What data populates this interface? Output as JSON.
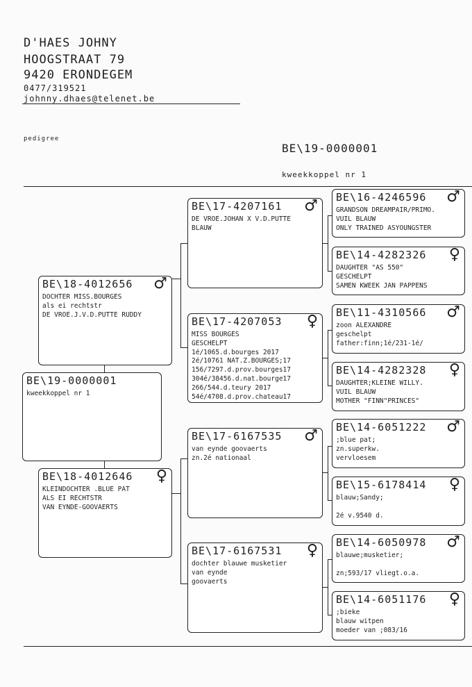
{
  "owner": {
    "name": "D'HAES JOHNY",
    "street": "HOOGSTRAAT 79",
    "city": "9420  ERONDEGEM",
    "phone": "0477/319521",
    "email": "johnny.dhaes@telenet.be"
  },
  "doc_type": "pedigree",
  "subject": {
    "ring": "BE\\19-0000001",
    "name": "kweekkoppel nr 1"
  },
  "male_symbol": "♂",
  "female_symbol": "♀",
  "pedigree": {
    "p0": {
      "ring": "BE\\19-0000001",
      "sex": "",
      "lines": [
        "kweekkoppel nr 1"
      ]
    },
    "sire": {
      "ring": "BE\\18-4012656",
      "sex": "male",
      "lines": [
        "DOCHTER MISS.BOURGES",
        "als ei rechtstr",
        "DE VROE.J.V.D.PUTTE RUDDY"
      ]
    },
    "dam": {
      "ring": "BE\\18-4012646",
      "sex": "female",
      "lines": [
        "KLEINDOCHTER .BLUE PAT",
        "ALS EI RECHTSTR",
        "VAN EYNDE-GOOVAERTS"
      ]
    },
    "ss": {
      "ring": "BE\\17-4207161",
      "sex": "male",
      "lines": [
        "DE VROE.JOHAN X V.D.PUTTE",
        "BLAUW"
      ]
    },
    "sd": {
      "ring": "BE\\17-4207053",
      "sex": "female",
      "lines": [
        "MISS BOURGES",
        "GESCHELPT",
        "1é/1065.d.bourges 2017",
        "2é/10761 NAT.Z.BOURGES;17",
        "156/7297.d.prov.bourges17",
        "304é/38456.d.nat.bourge17",
        "266/544.d.teury 2017",
        "54é/4708.d.prov.chateau17"
      ]
    },
    "ds": {
      "ring": "BE\\17-6167535",
      "sex": "male",
      "lines": [
        "van eynde goovaerts",
        "zn.2é nationaal"
      ]
    },
    "dd": {
      "ring": "BE\\17-6167531",
      "sex": "female",
      "lines": [
        "dochter blauwe musketier",
        "van eynde",
        "goovaerts"
      ]
    },
    "sss": {
      "ring": "BE\\16-4246596",
      "sex": "male",
      "lines": [
        "GRANDSON DREAMPAIR/PRIMO.",
        "VUIL BLAUW",
        "ONLY TRAINED ASYOUNGSTER"
      ]
    },
    "ssd": {
      "ring": "BE\\14-4282326",
      "sex": "female",
      "lines": [
        "DAUGHTER \"AS 550\"",
        "GESCHELPT",
        "SAMEN KWEEK JAN PAPPENS"
      ]
    },
    "sds": {
      "ring": "BE\\11-4310566",
      "sex": "male",
      "lines": [
        "zoon ALEXANDRE",
        "geschelpt",
        "father:finn;1é/231-1é/"
      ]
    },
    "sdd": {
      "ring": "BE\\14-4282328",
      "sex": "female",
      "lines": [
        "DAUGHTER;KLEINE WILLY.",
        "VUIL BLAUW",
        "MOTHER \"FINN\"PRINCES\""
      ]
    },
    "dss": {
      "ring": "BE\\14-6051222",
      "sex": "male",
      "lines": [
        ";blue pat;",
        "zn.superkw.",
        "vervloesem"
      ]
    },
    "dsd": {
      "ring": "BE\\15-6178414",
      "sex": "female",
      "lines": [
        "blauw;Sandy;",
        "",
        "2é v.9540 d."
      ]
    },
    "dds": {
      "ring": "BE\\14-6050978",
      "sex": "male",
      "lines": [
        "blauwe;musketier;",
        "",
        "zn;593/17 vliegt.o.a."
      ]
    },
    "ddd": {
      "ring": "BE\\14-6051176",
      "sex": "female",
      "lines": [
        ";bieke",
        "blauw witpen",
        "moeder van ;083/16"
      ]
    }
  }
}
